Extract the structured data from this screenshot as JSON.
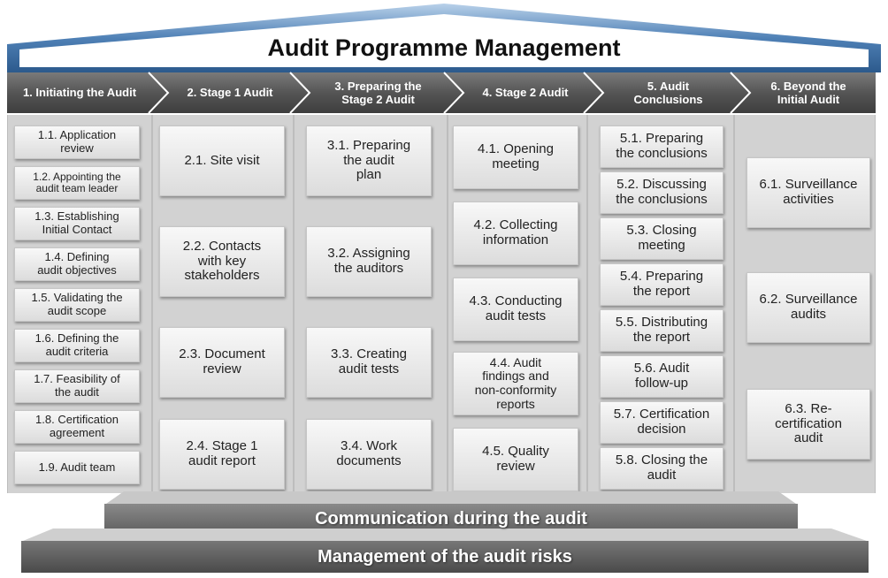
{
  "title": "Audit Programme Management",
  "phases": [
    "1. Initiating the Audit",
    "2. Stage 1 Audit",
    "3. Preparing the\nStage 2 Audit",
    "4. Stage 2 Audit",
    "5. Audit\nConclusions",
    "6. Beyond the\nInitial Audit"
  ],
  "columns": [
    [
      "1.1. Application\nreview",
      "1.2. Appointing the\naudit team leader",
      "1.3. Establishing\nInitial Contact",
      "1.4. Defining\naudit objectives",
      "1.5. Validating the\naudit scope",
      "1.6. Defining the\naudit criteria",
      "1.7. Feasibility of\nthe audit",
      "1.8. Certification\nagreement",
      "1.9. Audit team"
    ],
    [
      "2.1. Site visit",
      "2.2. Contacts\nwith key\nstakeholders",
      "2.3. Document\nreview",
      "2.4. Stage 1\naudit report"
    ],
    [
      "3.1. Preparing\nthe audit\nplan",
      "3.2. Assigning\nthe auditors",
      "3.3. Creating\naudit tests",
      "3.4. Work\ndocuments"
    ],
    [
      "4.1. Opening\nmeeting",
      "4.2. Collecting\ninformation",
      "4.3. Conducting\naudit tests",
      "4.4. Audit\nfindings and\nnon-conformity\nreports",
      "4.5. Quality\nreview"
    ],
    [
      "5.1. Preparing\nthe conclusions",
      "5.2. Discussing\nthe conclusions",
      "5.3. Closing\nmeeting",
      "5.4. Preparing\nthe report",
      "5.5. Distributing\nthe report",
      "5.6. Audit\nfollow-up",
      "5.7. Certification\ndecision",
      "5.8. Closing the\naudit"
    ],
    [
      "6.1. Surveillance\nactivities",
      "6.2. Surveillance\naudits",
      "6.3. Re-\ncertification\naudit"
    ]
  ],
  "foundation": {
    "communication": "Communication during the audit",
    "risks": "Management of the audit risks"
  },
  "colors": {
    "roof": "#3d6fa3",
    "phase_bar": "#5a5a5a",
    "column_bg": "#d2d2d2",
    "box": "#eeeeee"
  }
}
